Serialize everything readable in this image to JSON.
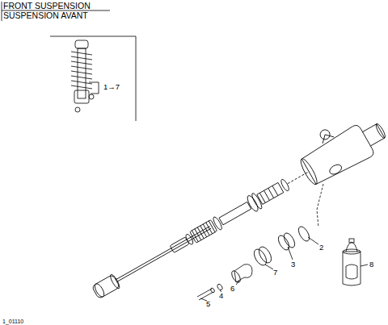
{
  "diagram": {
    "title": "FRONT SUSPENSION",
    "labels": [
      "SUSPENSION AVANT",
      "1→7",
      "2",
      "3",
      "7",
      "6",
      "4",
      "5",
      "8",
      "1_01110"
    ]
  }
}
